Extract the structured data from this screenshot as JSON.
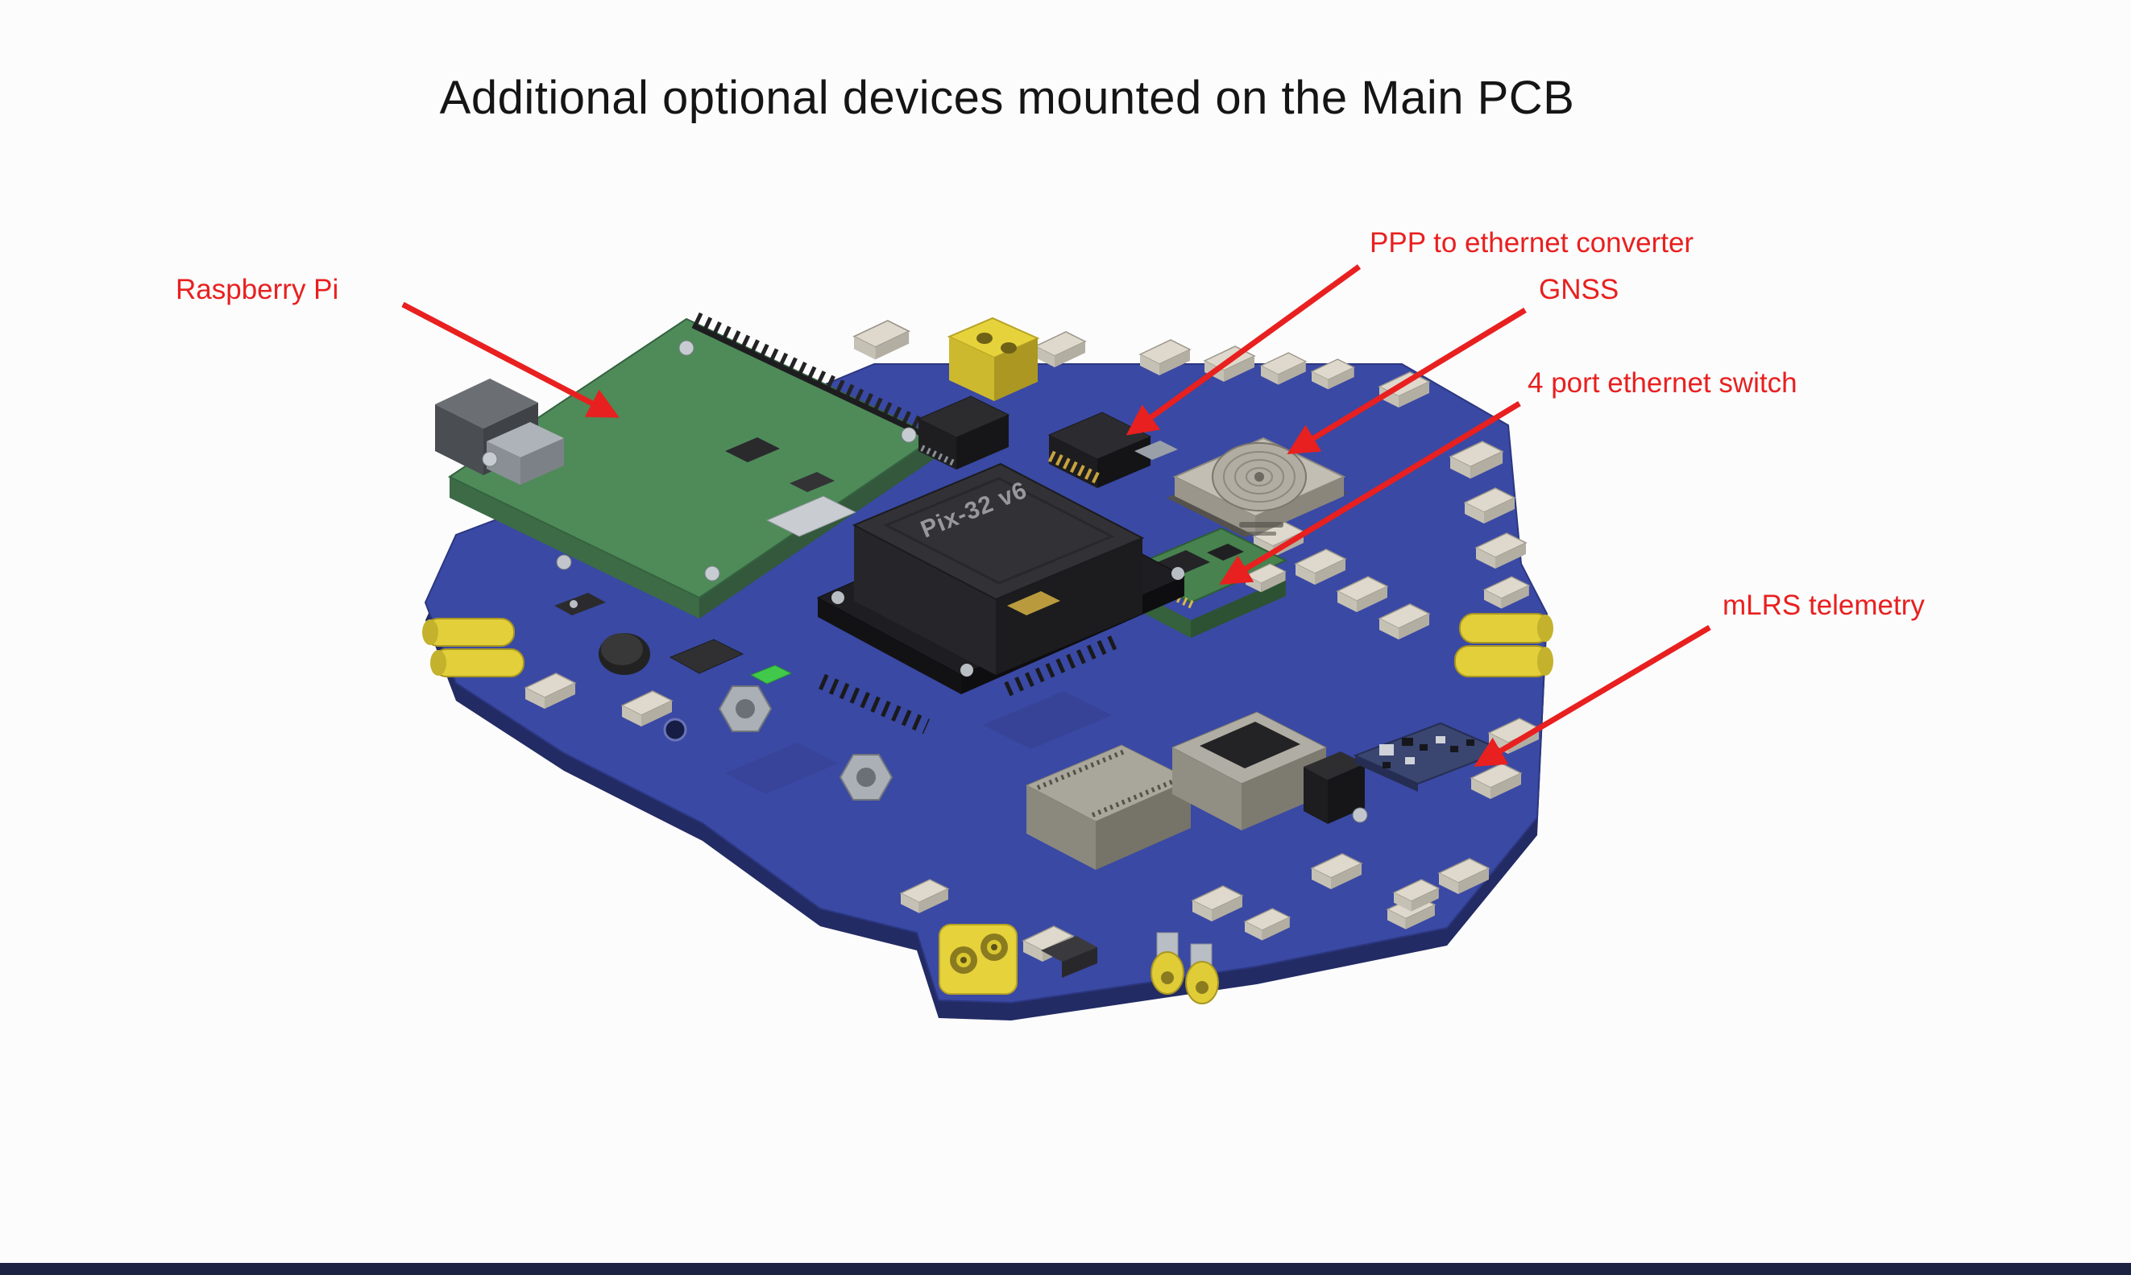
{
  "title": "Additional optional devices mounted on the Main PCB",
  "annotations": {
    "raspberry_pi": "Raspberry Pi",
    "ppp_converter": "PPP to ethernet converter",
    "gnss": "GNSS",
    "ethernet_switch": "4 port ethernet switch",
    "mlrs": "mLRS telemetry"
  },
  "board_markings": {
    "flight_controller": "Pix-32 v6"
  },
  "colors": {
    "annotation_red": "#e8201f",
    "pcb_blue": "#3a49a3",
    "pcb_edge": "#222b63",
    "pi_green": "#4e8b59",
    "connector_yellow": "#e6d23b",
    "title_text": "#151515"
  }
}
